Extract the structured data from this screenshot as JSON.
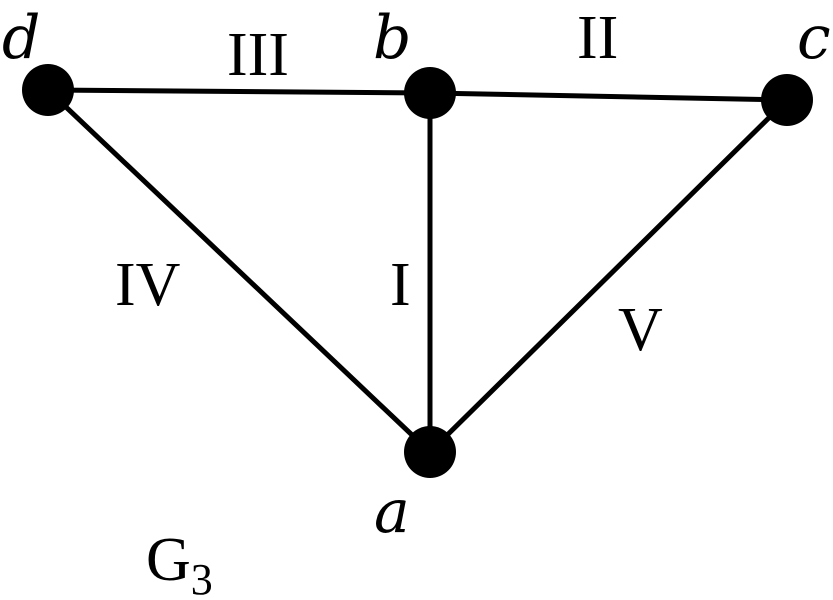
{
  "graph": {
    "name": "G",
    "subscript": "3",
    "vertices": {
      "a": "a",
      "b": "b",
      "c": "c",
      "d": "d"
    },
    "edges": [
      {
        "id": "I",
        "label": "I",
        "from": "b",
        "to": "a"
      },
      {
        "id": "II",
        "label": "II",
        "from": "b",
        "to": "c"
      },
      {
        "id": "III",
        "label": "III",
        "from": "d",
        "to": "b"
      },
      {
        "id": "IV",
        "label": "IV",
        "from": "d",
        "to": "a"
      },
      {
        "id": "V",
        "label": "V",
        "from": "c",
        "to": "a"
      }
    ]
  },
  "colors": {
    "ink": "#000000",
    "background": "#ffffff"
  }
}
